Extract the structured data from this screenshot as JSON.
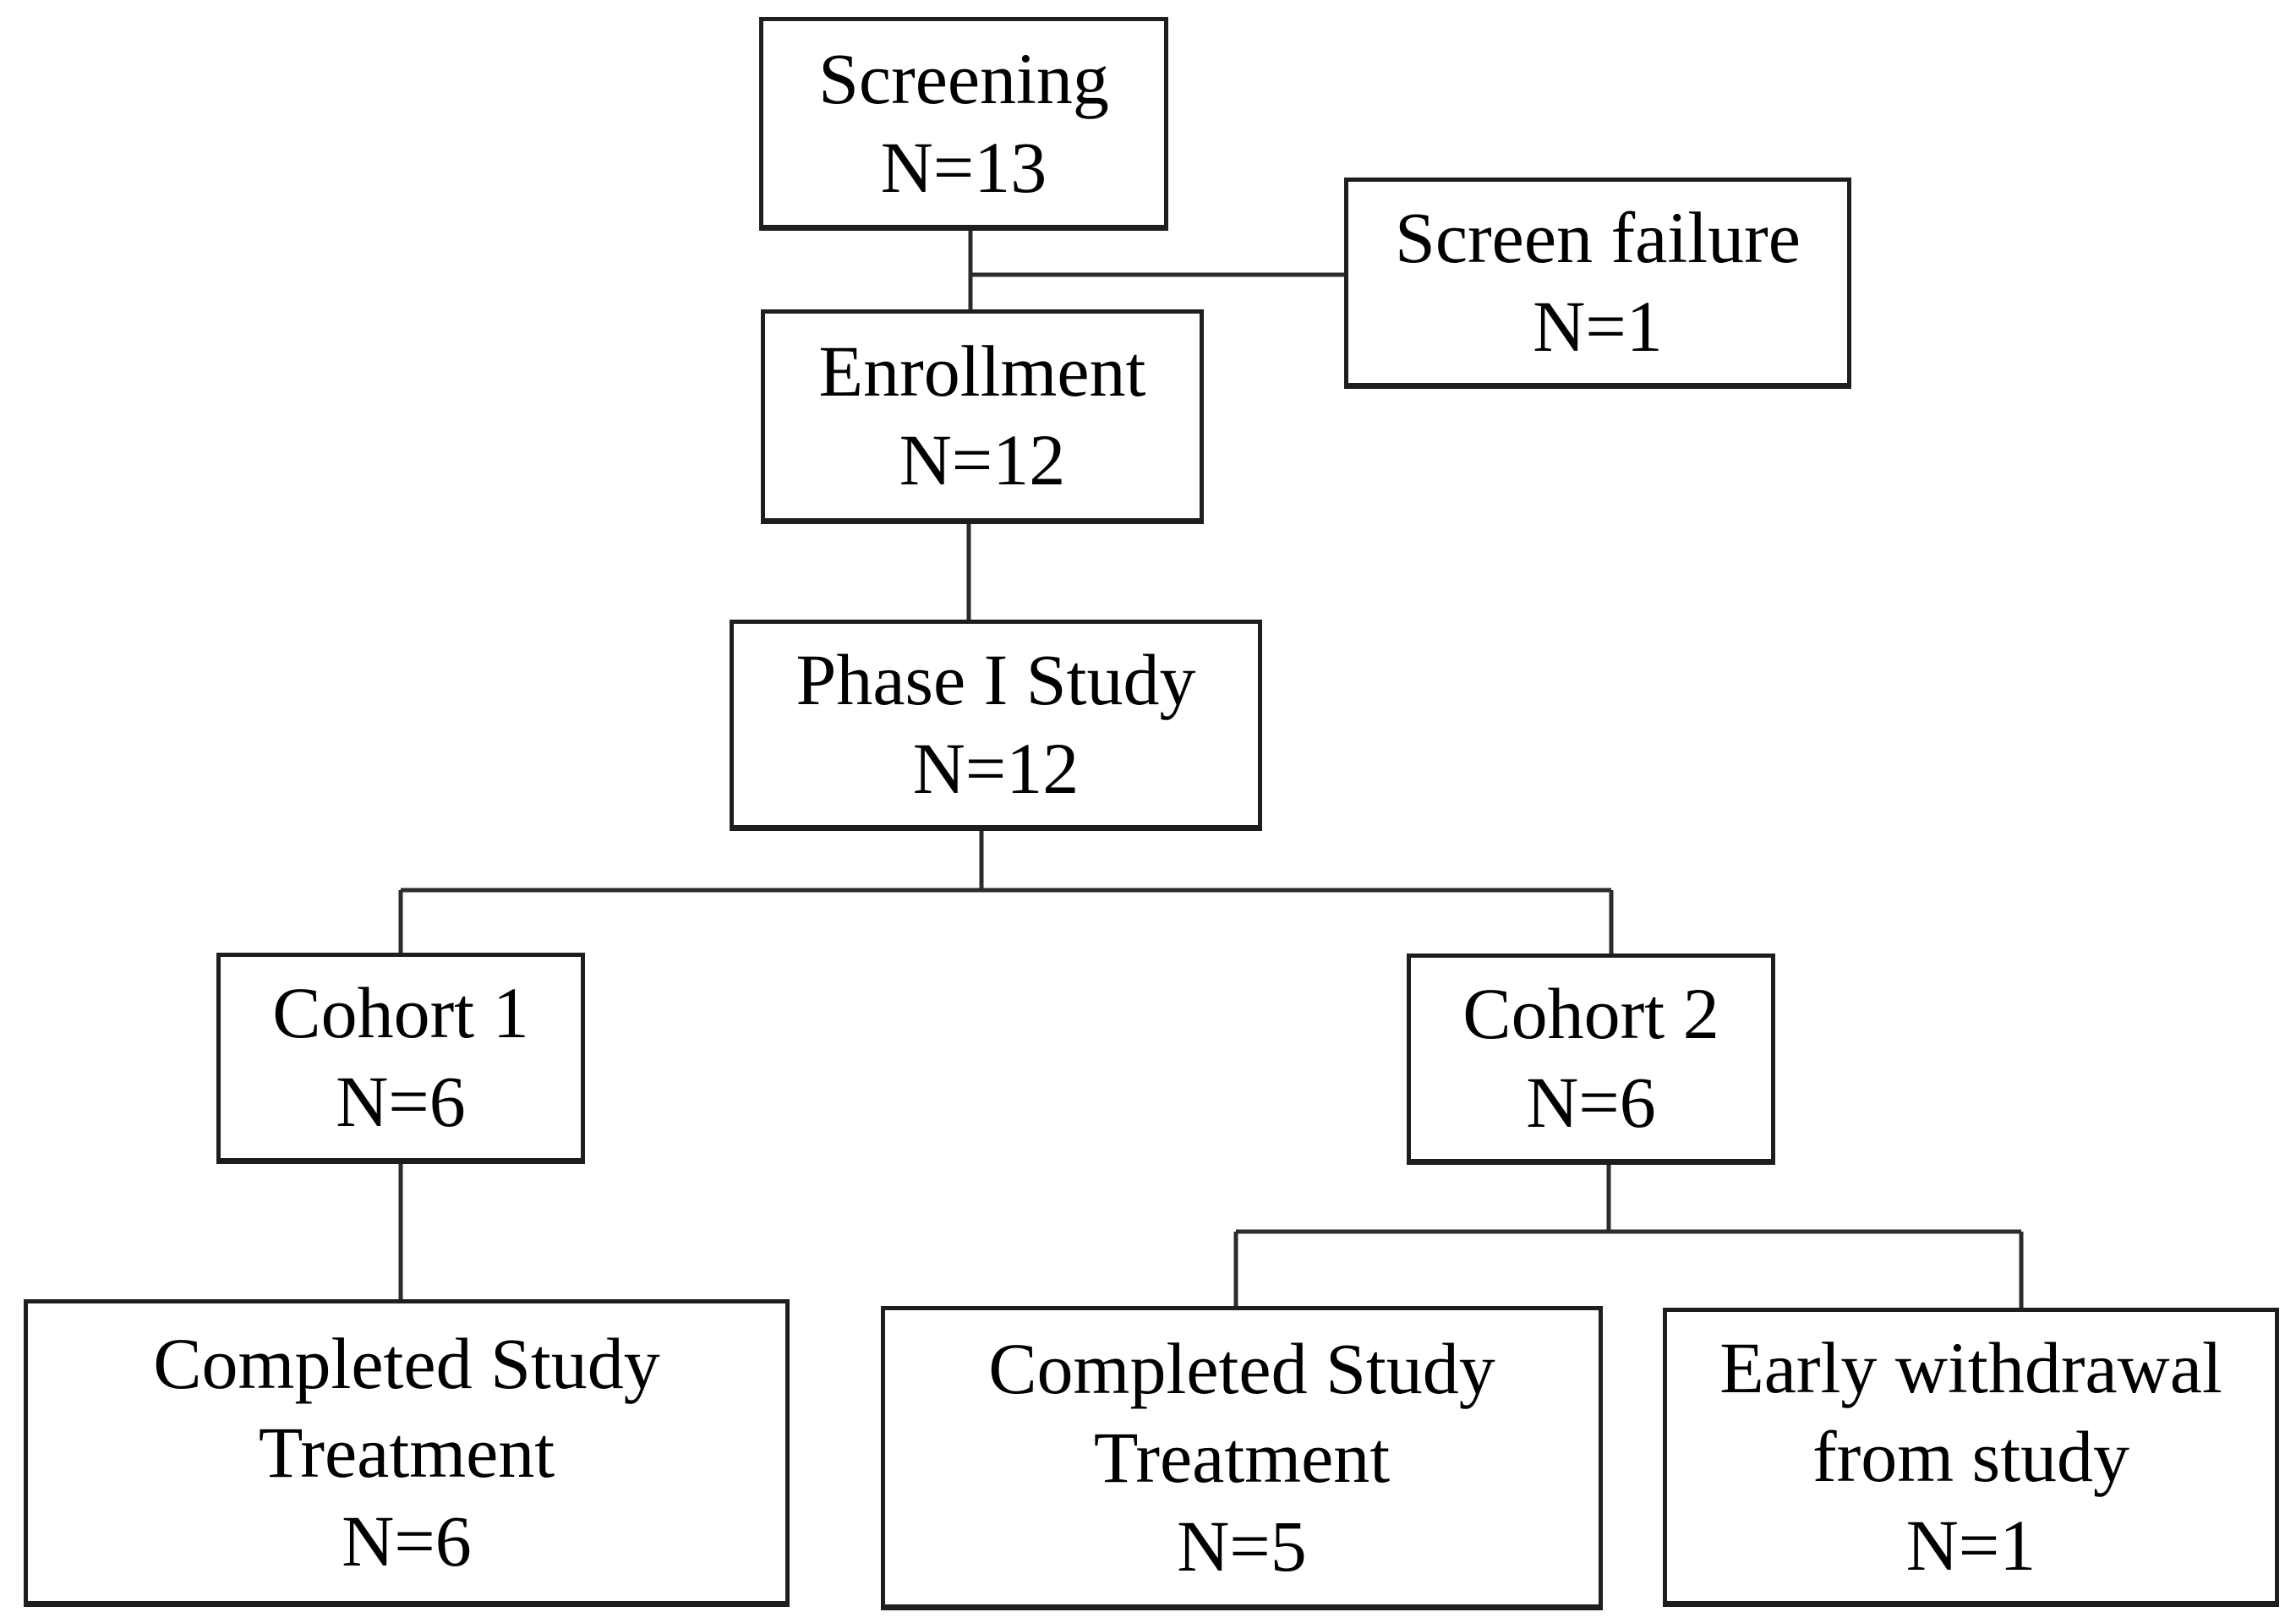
{
  "diagram": {
    "type": "flowchart",
    "nodes": {
      "screening": {
        "lines": [
          "Screening",
          "N=13"
        ]
      },
      "screen_failure": {
        "lines": [
          "Screen failure",
          "N=1"
        ]
      },
      "enrollment": {
        "lines": [
          "Enrollment",
          "N=12"
        ]
      },
      "phase_1_study": {
        "lines": [
          "Phase I Study",
          "N=12"
        ]
      },
      "cohort_1": {
        "lines": [
          "Cohort 1",
          "N=6"
        ]
      },
      "cohort_2": {
        "lines": [
          "Cohort 2",
          "N=6"
        ]
      },
      "completed_cohort_1": {
        "lines": [
          "Completed Study",
          "Treatment",
          "N=6"
        ]
      },
      "completed_cohort_2": {
        "lines": [
          "Completed Study",
          "Treatment",
          "N=5"
        ]
      },
      "early_withdrawal": {
        "lines": [
          "Early withdrawal",
          "from study",
          "N=1"
        ]
      }
    },
    "edges": [
      {
        "from": "screening",
        "to": "screen_failure"
      },
      {
        "from": "screening",
        "to": "enrollment"
      },
      {
        "from": "enrollment",
        "to": "phase_1_study"
      },
      {
        "from": "phase_1_study",
        "to": "cohort_1"
      },
      {
        "from": "phase_1_study",
        "to": "cohort_2"
      },
      {
        "from": "cohort_1",
        "to": "completed_cohort_1"
      },
      {
        "from": "cohort_2",
        "to": "completed_cohort_2"
      },
      {
        "from": "cohort_2",
        "to": "early_withdrawal"
      }
    ],
    "colors": {
      "background": "#ffffff",
      "box_border": "#1e1e1e",
      "text": "#000000",
      "line": "#2b2b2b"
    }
  }
}
